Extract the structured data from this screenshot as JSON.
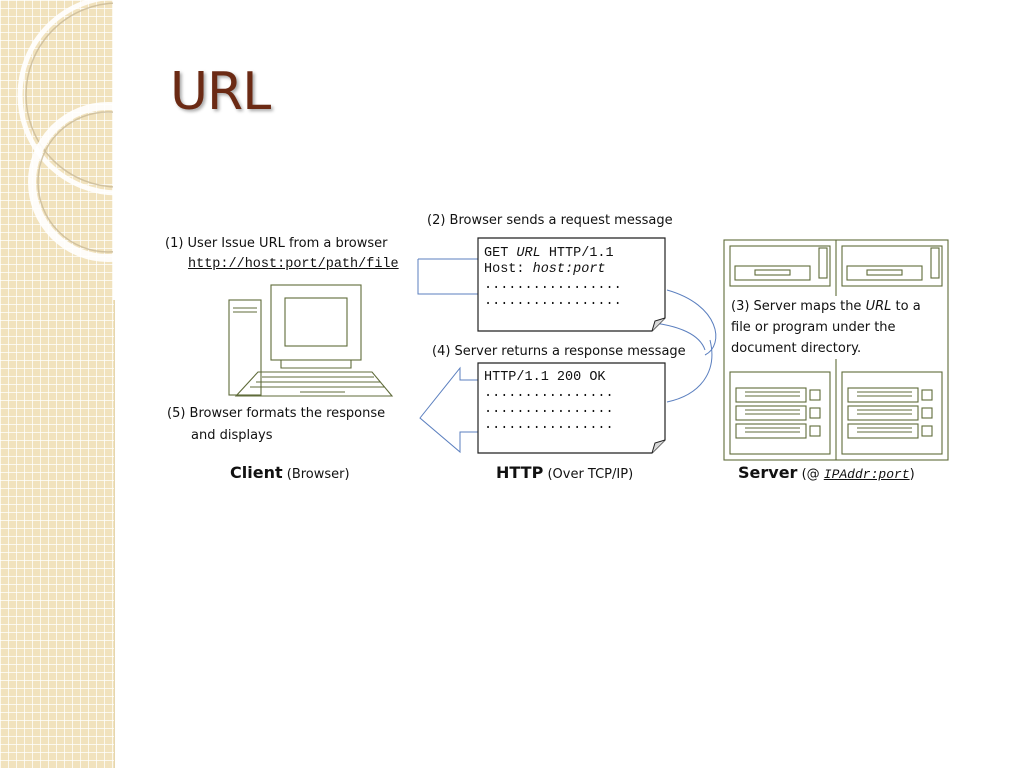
{
  "slide": {
    "title": "URL"
  },
  "steps": {
    "step1": "(1) User Issue URL from a browser",
    "step1_url": "http://host:port/path/file",
    "step2": "(2) Browser sends a request message",
    "step3_prefix": "(3) Server maps the ",
    "step3_em": "URL",
    "step3_suffix": " to a file or program under the document directory.",
    "step4": "(4) Server returns a response message",
    "step5_line1": "(5) Browser formats the response",
    "step5_line2": "and displays"
  },
  "request": {
    "line1_method": "GET ",
    "line1_url": "URL",
    "line1_version": " HTTP/1.1",
    "line2_label": "Host: ",
    "line2_value": "host:port",
    "line3": ".................",
    "line4": "................."
  },
  "response": {
    "line1": "HTTP/1.1 200 OK",
    "line2": "................",
    "line3": "................",
    "line4": "................"
  },
  "captions": {
    "client_bold": "Client",
    "client_sub": " (Browser)",
    "http_bold": "HTTP",
    "http_sub": " (Over TCP/IP)",
    "server_bold": "Server",
    "server_sub_pre": " (@ ",
    "server_sub_addr": "IPAddr:port",
    "server_sub_post": ")"
  }
}
